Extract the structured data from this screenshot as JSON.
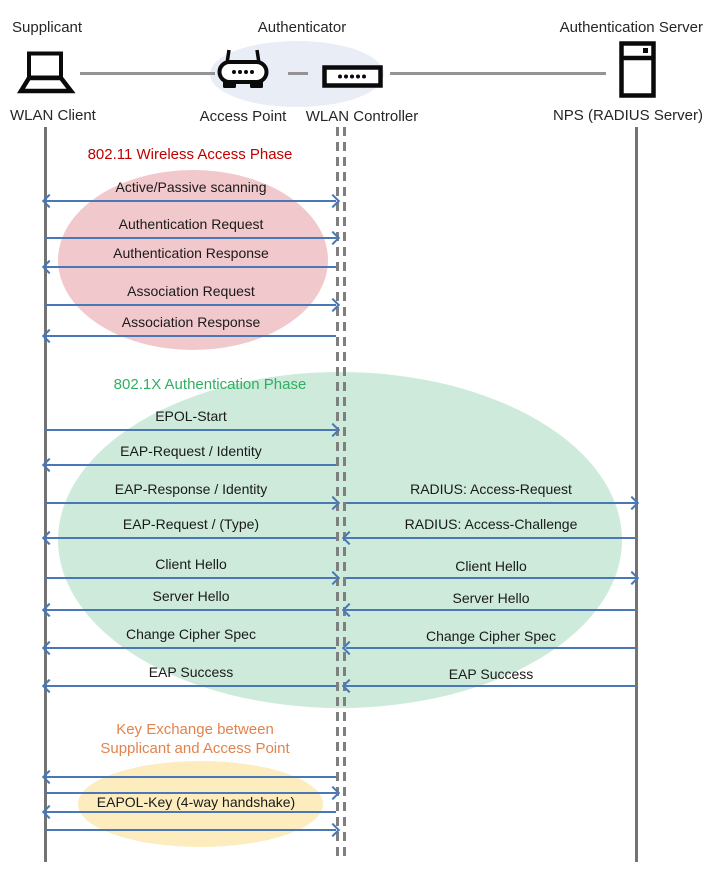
{
  "header": {
    "roles": [
      {
        "label": "Supplicant"
      },
      {
        "label": "Authenticator"
      },
      {
        "label": "Authentication Server"
      }
    ],
    "devices": [
      {
        "label": "WLAN Client",
        "icon": "laptop-icon"
      },
      {
        "label": "Access Point",
        "icon": "access-point-icon"
      },
      {
        "label": "WLAN Controller",
        "icon": "wlan-controller-icon"
      },
      {
        "label": "NPS (RADIUS Server)",
        "icon": "server-icon"
      }
    ]
  },
  "phases": [
    {
      "title": "802.11 Wireless Access Phase",
      "title_color": "#C00000",
      "ellipse_color": "#F1C8CB",
      "messages": [
        {
          "label": "Active/Passive scanning",
          "direction": "both",
          "from": "WLAN Client",
          "to": "WLAN Controller"
        },
        {
          "label": "Authentication Request",
          "direction": "right",
          "from": "WLAN Client",
          "to": "WLAN Controller"
        },
        {
          "label": "Authentication Response",
          "direction": "left",
          "from": "WLAN Controller",
          "to": "WLAN Client"
        },
        {
          "label": "Association Request",
          "direction": "right",
          "from": "WLAN Client",
          "to": "WLAN Controller"
        },
        {
          "label": "Association Response",
          "direction": "left",
          "from": "WLAN Controller",
          "to": "WLAN Client"
        }
      ]
    },
    {
      "title": "802.1X Authentication Phase",
      "title_color": "#2FB061",
      "ellipse_color": "#CDEADB",
      "client_messages": [
        {
          "label": "EPOL-Start",
          "direction": "right"
        },
        {
          "label": "EAP-Request / Identity",
          "direction": "left"
        },
        {
          "label": "EAP-Response / Identity",
          "direction": "right"
        },
        {
          "label": "EAP-Request / (Type)",
          "direction": "left"
        },
        {
          "label": "Client Hello",
          "direction": "right"
        },
        {
          "label": "Server Hello",
          "direction": "left"
        },
        {
          "label": "Change Cipher Spec",
          "direction": "left"
        },
        {
          "label": "EAP Success",
          "direction": "left"
        }
      ],
      "server_messages": [
        {
          "label": "RADIUS: Access-Request",
          "direction": "right"
        },
        {
          "label": "RADIUS: Access-Challenge",
          "direction": "left"
        },
        {
          "label": "Client Hello",
          "direction": "right"
        },
        {
          "label": "Server Hello",
          "direction": "left"
        },
        {
          "label": "Change Cipher Spec",
          "direction": "left"
        },
        {
          "label": "EAP Success",
          "direction": "left"
        }
      ]
    },
    {
      "title_line1": "Key Exchange between",
      "title_line2": "Supplicant and Access Point",
      "title_color": "#E2834E",
      "ellipse_color": "#FCECBE",
      "handshake_label": "EAPOL-Key (4-way handshake)",
      "arrows": [
        {
          "direction": "left"
        },
        {
          "direction": "right"
        },
        {
          "direction": "left"
        },
        {
          "direction": "right"
        }
      ]
    }
  ],
  "colors": {
    "arrow": "#4A77B5",
    "lifeline": "#737373",
    "connector": "#949494",
    "authenticator_ellipse": "#E9EDF6"
  }
}
